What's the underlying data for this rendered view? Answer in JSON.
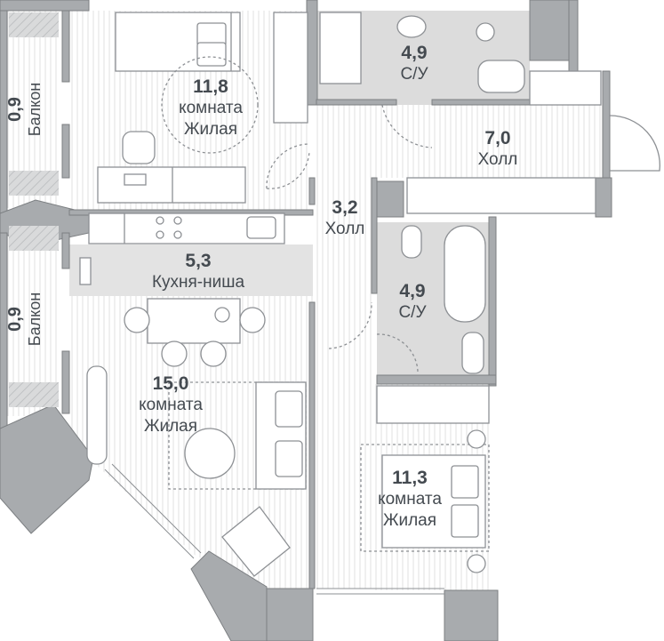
{
  "rooms": [
    {
      "id": "room-1",
      "area": "11,8",
      "line1": "комната",
      "line2": "Жилая"
    },
    {
      "id": "bath-1",
      "area": "4,9",
      "line1": "С/У"
    },
    {
      "id": "hall-1",
      "area": "7,0",
      "line1": "Холл"
    },
    {
      "id": "hall-2",
      "area": "3,2",
      "line1": "Холл"
    },
    {
      "id": "kitchen",
      "area": "5,3",
      "line1": "Кухня-ниша"
    },
    {
      "id": "bath-2",
      "area": "4,9",
      "line1": "С/У"
    },
    {
      "id": "room-2",
      "area": "15,0",
      "line1": "комната",
      "line2": "Жилая"
    },
    {
      "id": "room-3",
      "area": "11,3",
      "line1": "комната",
      "line2": "Жилая"
    }
  ],
  "balconies": [
    {
      "area": "0,9",
      "label": "Балкон"
    },
    {
      "area": "0,9",
      "label": "Балкон"
    }
  ],
  "colors": {
    "wall": "#a8abae",
    "wall_dark": "#9a9da0",
    "floor_lines": "#e4e4e4",
    "wet_zone": "#dcdcdc",
    "kitchen_band": "#e3e3e3",
    "furniture_stroke": "#8d9094",
    "text": "#444a50"
  }
}
